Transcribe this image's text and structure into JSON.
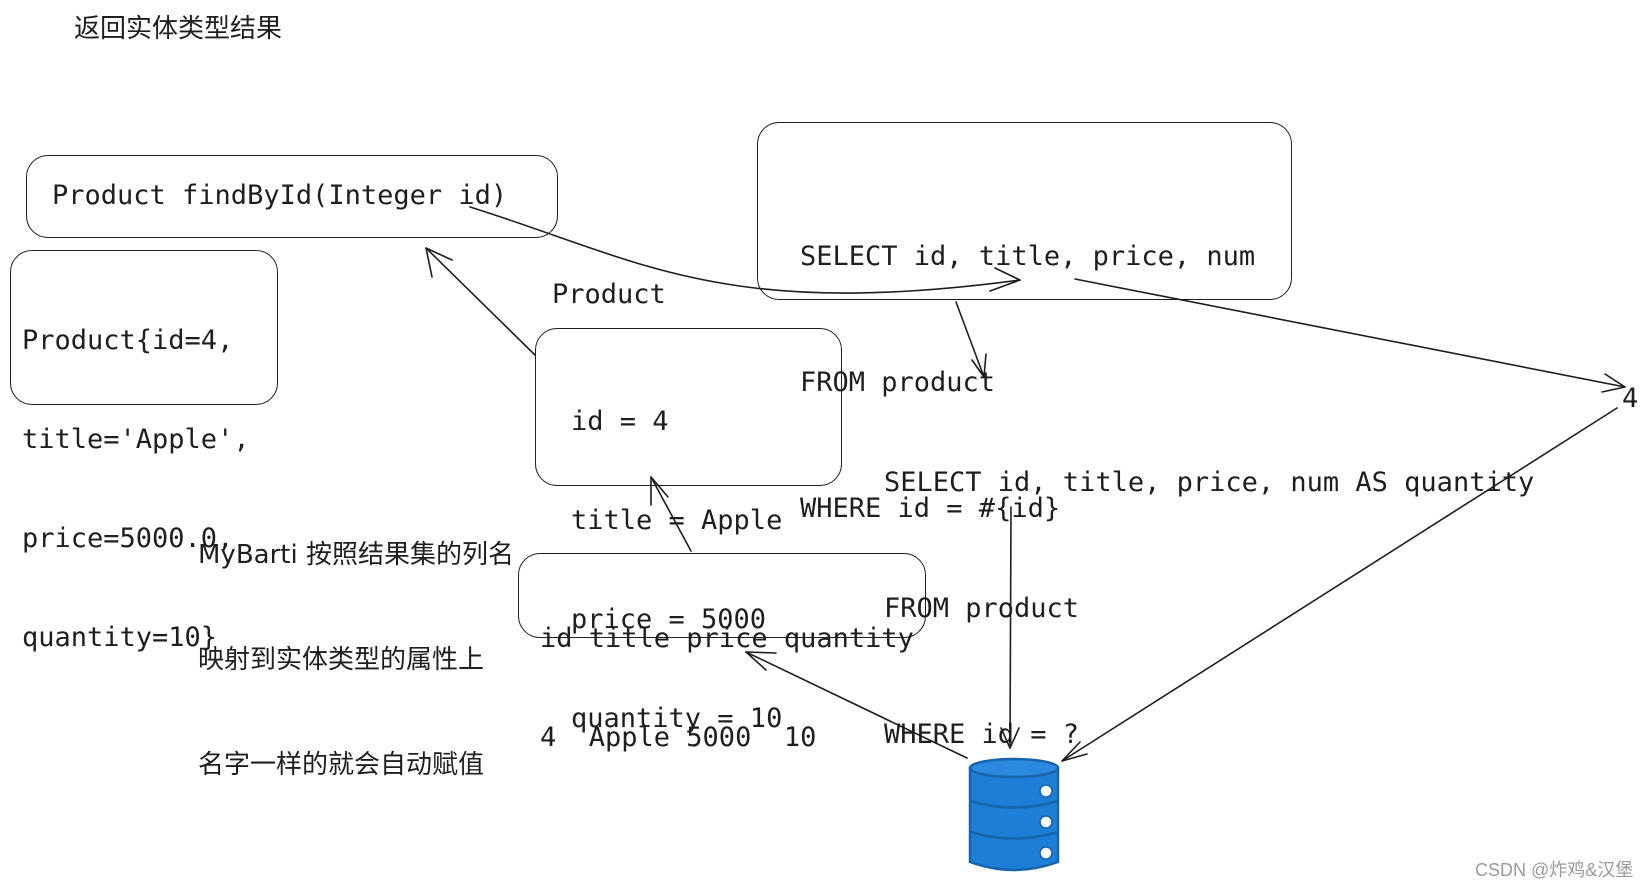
{
  "title": "返回实体类型结果",
  "method_box": {
    "text": "Product findById(Integer id)"
  },
  "sql_box": {
    "lines": [
      "SELECT id, title, price, num",
      "FROM product",
      "WHERE id = #{id}"
    ]
  },
  "tostring_box": {
    "lines": [
      "Product{id=4,",
      "title='Apple',",
      "price=5000.0,",
      "quantity=10}"
    ]
  },
  "product_label": "Product",
  "object_box": {
    "lines": [
      "id = 4",
      "title = Apple",
      "price = 5000",
      "quantity = 10"
    ]
  },
  "prepared_sql": {
    "lines": [
      "SELECT id, title, price, num AS quantity",
      "FROM product",
      "WHERE id = ?"
    ]
  },
  "param_value": "4",
  "note": {
    "lines": [
      "MyBarti 按照结果集的列名",
      "映射到实体类型的属性上",
      "名字一样的就会自动赋值"
    ]
  },
  "result_table": {
    "header": "id title price quantity",
    "row": "4  Apple 5000  10"
  },
  "database_icon": "database-icon",
  "colors": {
    "ink": "#1e1e1e",
    "db_fill": "#1c7ed6",
    "db_stroke": "#1864ab"
  },
  "watermark": "CSDN @炸鸡&汉堡"
}
